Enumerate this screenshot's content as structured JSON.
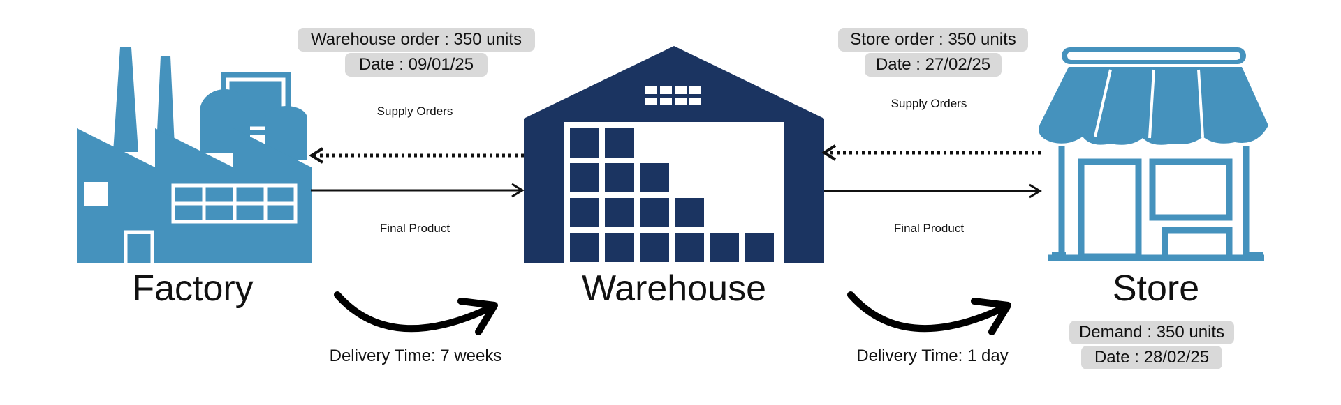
{
  "nodes": {
    "factory": {
      "name": "Factory"
    },
    "warehouse": {
      "name": "Warehouse"
    },
    "store": {
      "name": "Store"
    }
  },
  "notes": {
    "warehouse_order": {
      "line1": "Warehouse order : 350 units",
      "line2": "Date : 09/01/25"
    },
    "store_order": {
      "line1": "Store order : 350 units",
      "line2": "Date : 27/02/25"
    },
    "demand": {
      "line1": "Demand : 350 units",
      "line2": "Date : 28/02/25"
    }
  },
  "flows": {
    "left_supply": "Supply Orders",
    "left_product": "Final Product",
    "right_supply": "Supply Orders",
    "right_product": "Final Product"
  },
  "delivery": {
    "left": "Delivery Time: 7 weeks",
    "right": "Delivery Time: 1 day"
  },
  "colors": {
    "factory": "#4592bd",
    "warehouse": "#1b3461",
    "store": "#4592bd",
    "note_bg": "#d9d9d9"
  }
}
